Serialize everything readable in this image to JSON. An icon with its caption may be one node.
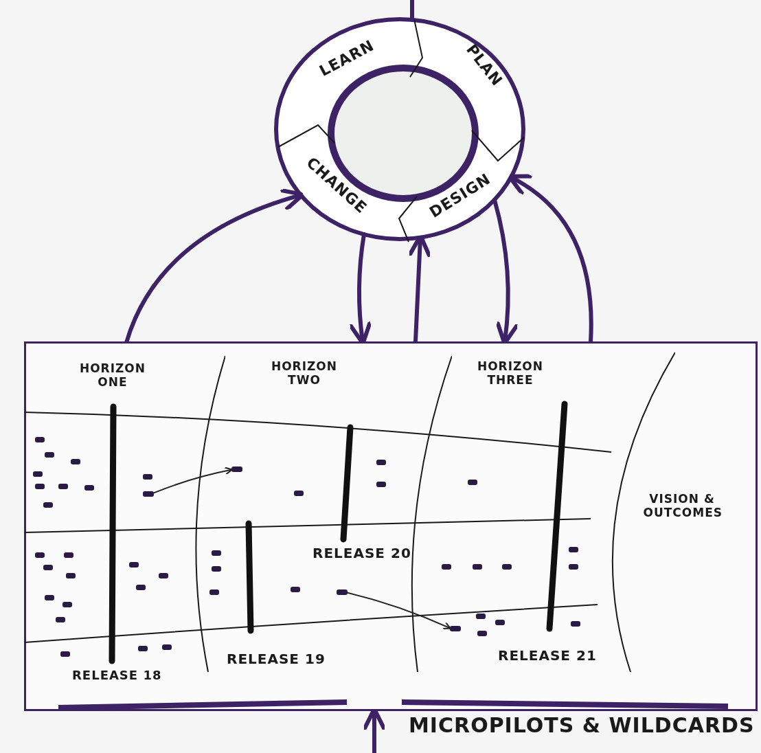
{
  "diagram": {
    "nodes": [
      {
        "text": [],
        "shape": "circle"
      },
      {
        "text": [
          "LEARN"
        ],
        "in": 0
      },
      {
        "text": [
          "PLAN"
        ],
        "in": 0
      },
      {
        "text": [
          "CHANGE"
        ],
        "in": 0
      },
      {
        "text": [
          "DESIGN"
        ],
        "in": 0
      },
      {
        "text": [],
        "shape": "box"
      },
      {
        "text": [
          "HORIZON ONE"
        ],
        "in": 5
      },
      {
        "text": [],
        "shape": "bar",
        "in": 6
      },
      {
        "text": [
          "HORIZON TWO"
        ],
        "in": 5
      },
      {
        "text": [],
        "shape": "bar",
        "in": 8
      },
      {
        "text": [],
        "shape": "bar",
        "in": 8
      },
      {
        "text": [
          "HORIZON THREE"
        ],
        "in": 5
      },
      {
        "text": [],
        "shape": "bar",
        "in": 11
      },
      {
        "text": [
          "VISION & OUTCOMES"
        ],
        "in": 5
      }
    ],
    "edges": [
      {
        "from": 5,
        "to": 0,
        "arrow": "to"
      },
      {
        "from": 0,
        "to": 5,
        "arrow": "to"
      },
      {
        "from": 5,
        "to": 0,
        "arrow": "to"
      },
      {
        "from": 0,
        "to": 5,
        "arrow": "to"
      },
      {
        "from": 5,
        "to": 0,
        "arrow": "to"
      },
      {
        "from": null,
        "to": 5,
        "arrow": "to"
      },
      {
        "from": null,
        "to": 0,
        "arrow": "none"
      },
      {
        "from": 7,
        "to": 9,
        "arrow": "to",
        "color": "#222222"
      },
      {
        "from": 10,
        "to": 12,
        "arrow": "to",
        "color": "#222222"
      }
    ],
    "labels": [
      "RELEASE 20",
      "RELEASE 19",
      "RELEASE 21",
      "RELEASE 18",
      "MICROPILOTS & WILDCARDS"
    ]
  }
}
